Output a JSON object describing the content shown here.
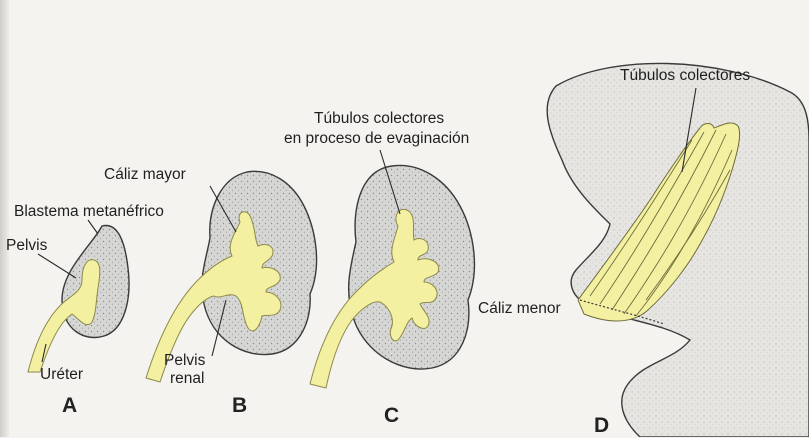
{
  "colors": {
    "page": "#f4f3ef",
    "kidney_fill": "#d6d6d4",
    "kidney_outline": "#3a3a3a",
    "duct_yellow": "#f3f0a2",
    "duct_outline": "#8c8a4a"
  },
  "panels": {
    "a": "A",
    "b": "B",
    "c": "C",
    "d": "D"
  },
  "labels": {
    "blastema": "Blastema metanéfrico",
    "pelvis_a": "Pelvis",
    "ureter": "Uréter",
    "caliz_mayor": "Cáliz mayor",
    "pelvis_renal_1": "Pelvis",
    "pelvis_renal_2": "renal",
    "tubulos_evag_1": "Túbulos colectores",
    "tubulos_evag_2": "en proceso de evaginación",
    "caliz_menor": "Cáliz menor",
    "tubulos_d": "Túbulos colectores"
  }
}
